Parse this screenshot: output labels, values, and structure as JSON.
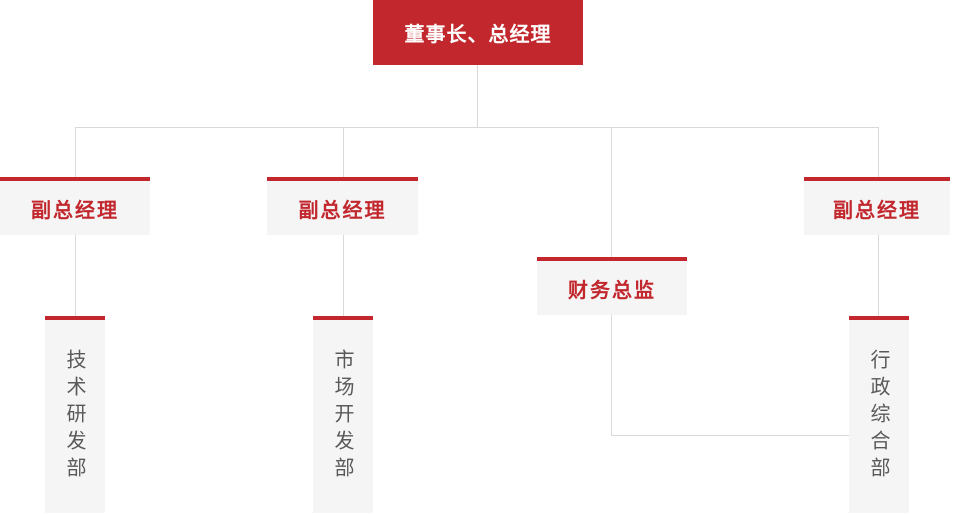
{
  "colors": {
    "accent_red": "#c1272d",
    "node_bg": "#f5f5f5",
    "connector": "#d9d9d9",
    "dept_text": "#595959",
    "root_text": "#ffffff"
  },
  "org": {
    "root": "董事长、总经理",
    "managers": [
      "副总经理",
      "副总经理",
      "财务总监",
      "副总经理"
    ],
    "departments": [
      "技术研发部",
      "市场开发部",
      "行政综合部"
    ],
    "structure": {
      "root": "董事长、总经理",
      "branches": [
        {
          "head": "副总经理",
          "reports": [
            "技术研发部"
          ]
        },
        {
          "head": "副总经理",
          "reports": [
            "市场开发部"
          ]
        },
        {
          "head": "财务总监",
          "reports": [
            "行政综合部"
          ]
        },
        {
          "head": "副总经理",
          "reports": [
            "行政综合部"
          ]
        }
      ]
    }
  }
}
